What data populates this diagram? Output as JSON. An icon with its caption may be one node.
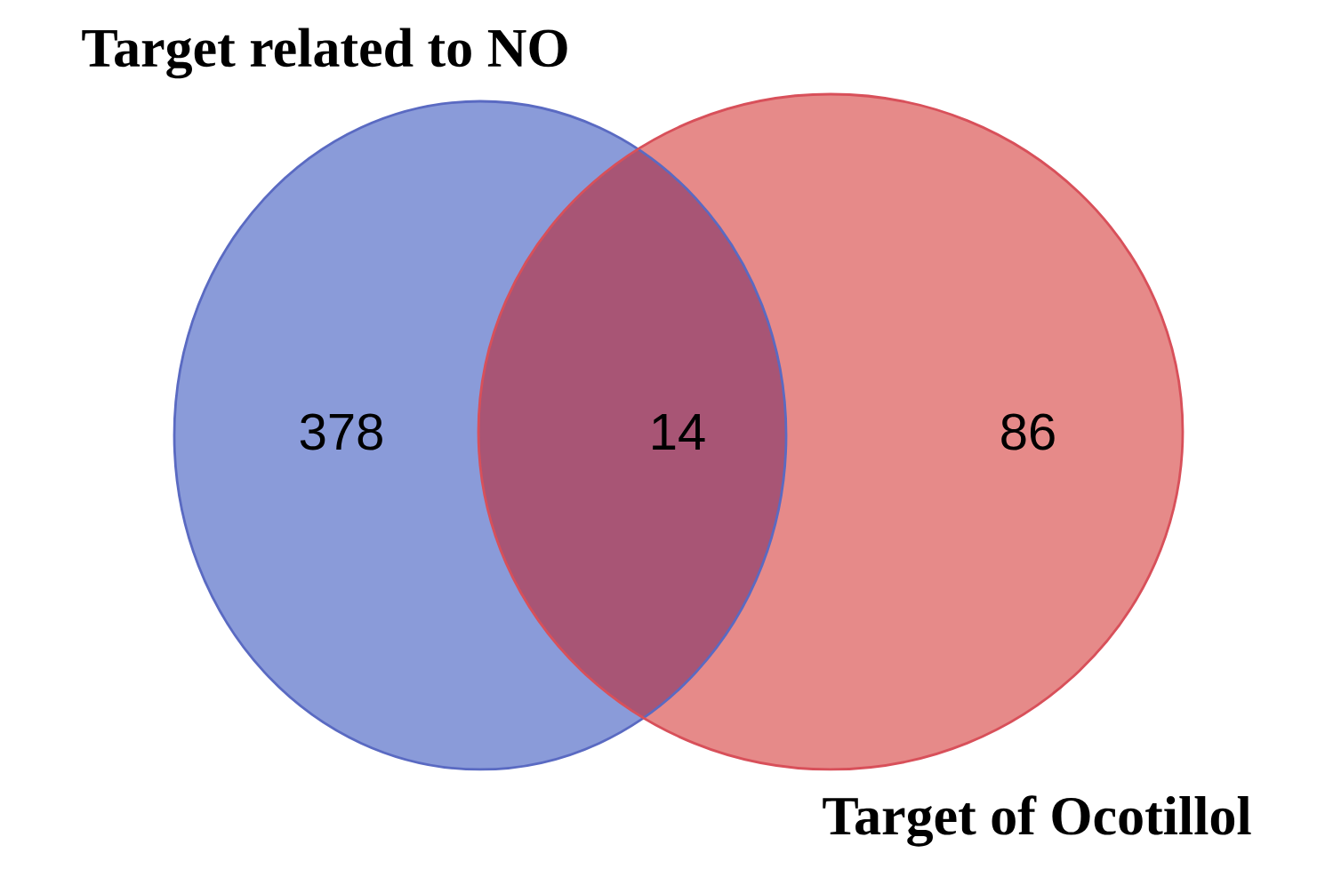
{
  "diagram": {
    "nodes": [
      {
        "text": [
          "Target related to NO",
          "378"
        ]
      },
      {
        "text": [
          "86",
          "Target of Ocotillol"
        ]
      }
    ],
    "edges": [],
    "labels": [
      "14"
    ]
  }
}
